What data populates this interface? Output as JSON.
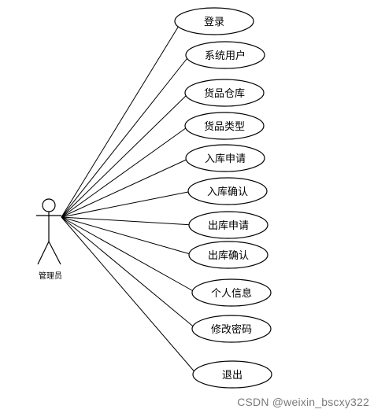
{
  "actor": {
    "label": "管理员"
  },
  "use_cases": [
    {
      "label": "登录"
    },
    {
      "label": "系统用户"
    },
    {
      "label": "货品仓库"
    },
    {
      "label": "货品类型"
    },
    {
      "label": "入库申请"
    },
    {
      "label": "入库确认"
    },
    {
      "label": "出库申请"
    },
    {
      "label": "出库确认"
    },
    {
      "label": "个人信息"
    },
    {
      "label": "修改密码"
    },
    {
      "label": "退出"
    }
  ],
  "watermark": "CSDN @weixin_bscxy322"
}
